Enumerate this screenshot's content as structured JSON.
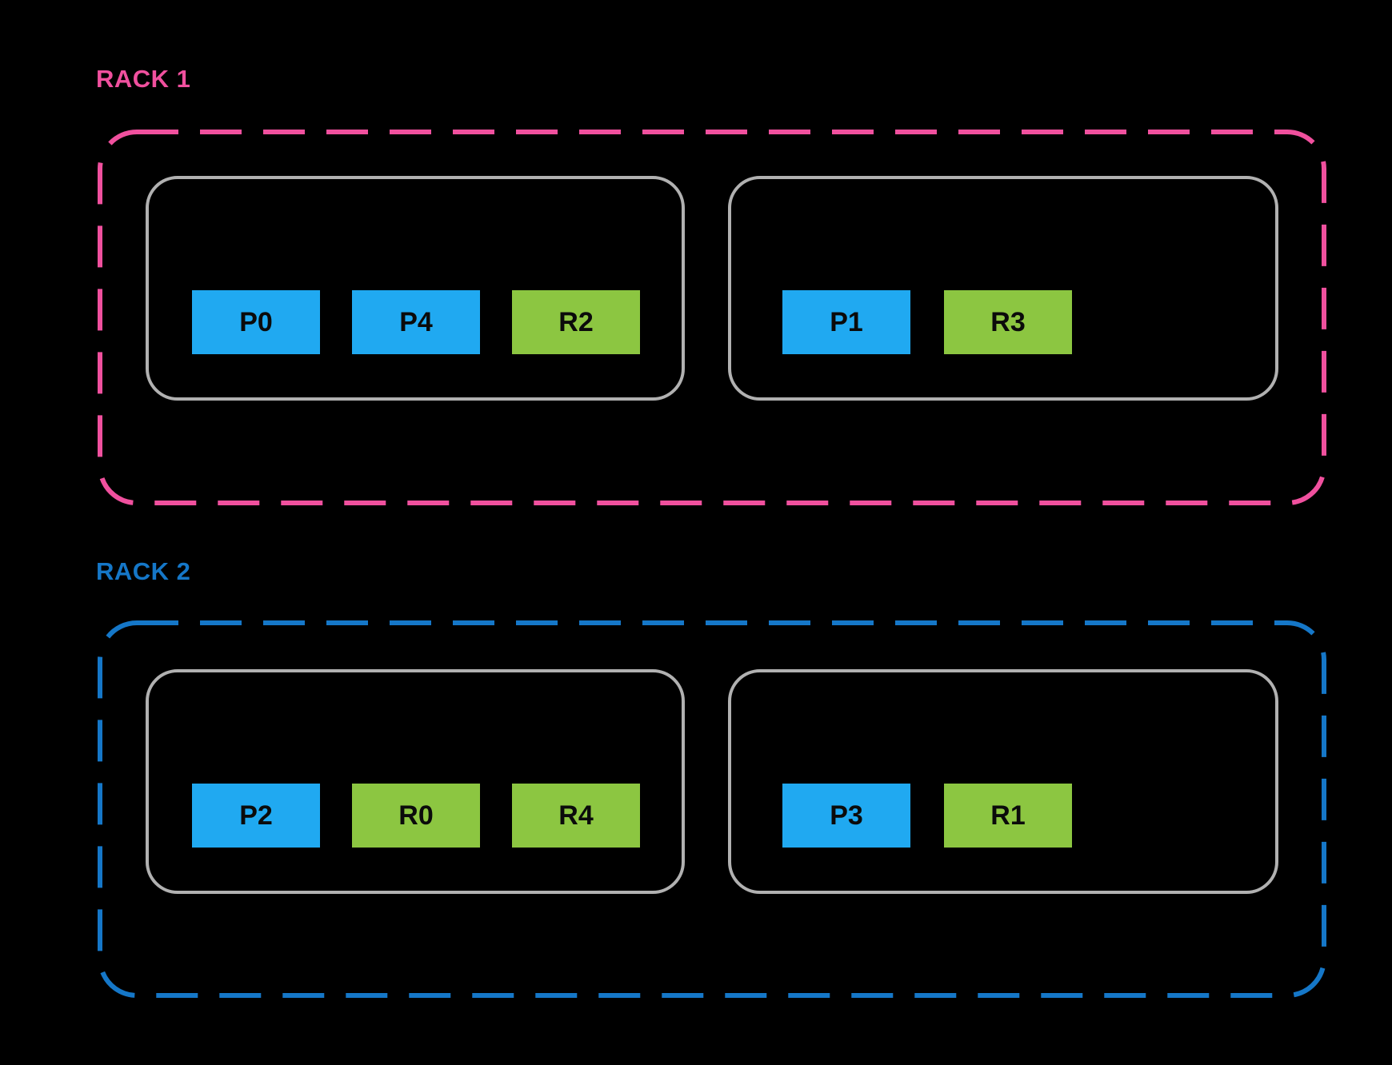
{
  "diagram": {
    "background": "#000000",
    "colors": {
      "param_box": "#20A9F1",
      "replica_box": "#8CC641",
      "host_border": "#B1B1B1",
      "rack1_accent": "#F0509E",
      "rack2_accent": "#1577C8",
      "slot_text": "#0B0B0B"
    },
    "racks": [
      {
        "label": "RACK 1",
        "accent": "#F0509E",
        "hosts": [
          {
            "slots": [
              {
                "label": "P0",
                "type": "param"
              },
              {
                "label": "P4",
                "type": "param"
              },
              {
                "label": "R2",
                "type": "replica"
              }
            ]
          },
          {
            "slots": [
              {
                "label": "P1",
                "type": "param"
              },
              {
                "label": "R3",
                "type": "replica"
              }
            ]
          }
        ]
      },
      {
        "label": "RACK 2",
        "accent": "#1577C8",
        "hosts": [
          {
            "slots": [
              {
                "label": "P2",
                "type": "param"
              },
              {
                "label": "R0",
                "type": "replica"
              },
              {
                "label": "R4",
                "type": "replica"
              }
            ]
          },
          {
            "slots": [
              {
                "label": "P3",
                "type": "param"
              },
              {
                "label": "R1",
                "type": "replica"
              }
            ]
          }
        ]
      }
    ]
  }
}
